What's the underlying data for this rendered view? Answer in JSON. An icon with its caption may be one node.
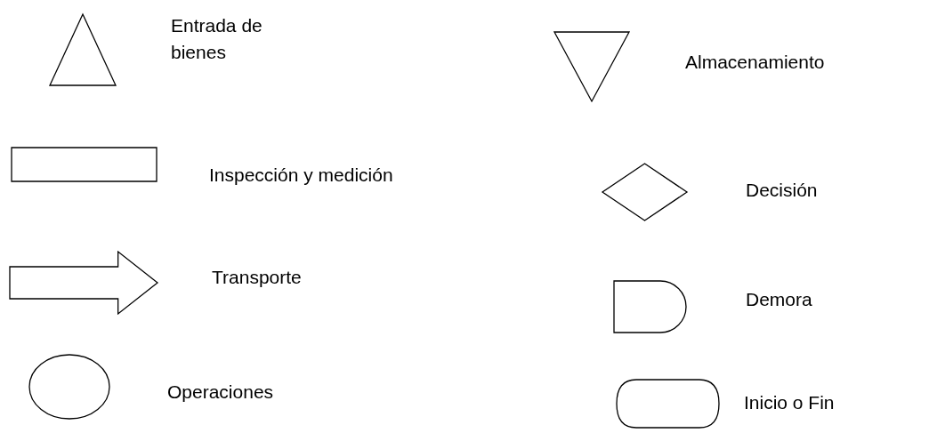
{
  "diagram": {
    "nodes": [
      {
        "text": [],
        "shape": "triangle",
        "beside": [
          "Entrada de bienes"
        ]
      },
      {
        "text": [],
        "shape": "inverted-triangle",
        "beside": [
          "Almacenamiento"
        ]
      },
      {
        "text": [],
        "shape": "box",
        "beside": [
          "Inspección y medición"
        ]
      },
      {
        "text": [],
        "shape": "diamond",
        "beside": [
          "Decisión"
        ]
      },
      {
        "text": [],
        "shape": "arrow",
        "beside": [
          "Transporte"
        ]
      },
      {
        "text": [],
        "shape": "delay",
        "beside": [
          "Demora"
        ]
      },
      {
        "text": [],
        "shape": "ellipse",
        "beside": [
          "Operaciones"
        ]
      },
      {
        "text": [],
        "shape": "stadium",
        "beside": [
          "Inicio o Fin"
        ]
      }
    ]
  }
}
